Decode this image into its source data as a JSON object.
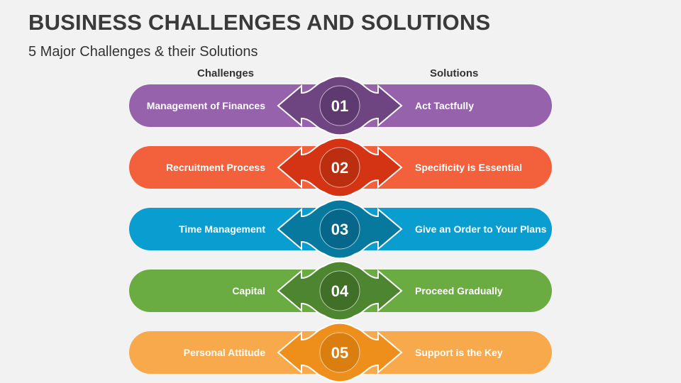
{
  "title": "BUSINESS CHALLENGES AND SOLUTIONS",
  "subtitle": "5 Major Challenges & their Solutions",
  "headers": {
    "challenges": "Challenges",
    "solutions": "Solutions"
  },
  "rows": [
    {
      "num": "01",
      "challenge": "Management of Finances",
      "solution": "Act Tactfully",
      "colors": {
        "pill": "#9662AB",
        "arrow": "#6E4580",
        "inner": "#5F3A71"
      }
    },
    {
      "num": "02",
      "challenge": "Recruitment Process",
      "solution": "Specificity is Essential",
      "colors": {
        "pill": "#F2603C",
        "arrow": "#D43413",
        "inner": "#BC2E10"
      }
    },
    {
      "num": "03",
      "challenge": "Time Management",
      "solution": "Give an Order to Your Plans",
      "colors": {
        "pill": "#0A9DCF",
        "arrow": "#07799F",
        "inner": "#06678A"
      }
    },
    {
      "num": "04",
      "challenge": "Capital",
      "solution": "Proceed Gradually",
      "colors": {
        "pill": "#6AAB42",
        "arrow": "#4D8530",
        "inner": "#406F28"
      }
    },
    {
      "num": "05",
      "challenge": "Personal Attitude",
      "solution": "Support is the Key",
      "colors": {
        "pill": "#F8A94B",
        "arrow": "#EE8F1B",
        "inner": "#DA7E0F"
      }
    }
  ]
}
